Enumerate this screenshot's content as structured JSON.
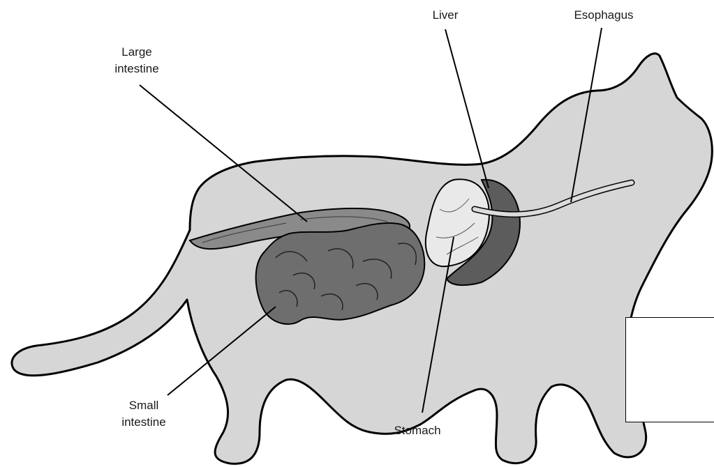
{
  "diagram": {
    "labels": {
      "liver": "Liver",
      "esophagus": "Esophagus",
      "large_intestine": [
        "Large",
        "intestine"
      ],
      "small_intestine": [
        "Small",
        "intestine"
      ],
      "stomach": "Stomach"
    },
    "colors": {
      "body_fill": "#d6d6d6",
      "organ_dark": "#5c5c5c",
      "organ_mid": "#8a8a8a",
      "stomach_fill": "#e9e9e9",
      "outline": "#000000"
    }
  }
}
